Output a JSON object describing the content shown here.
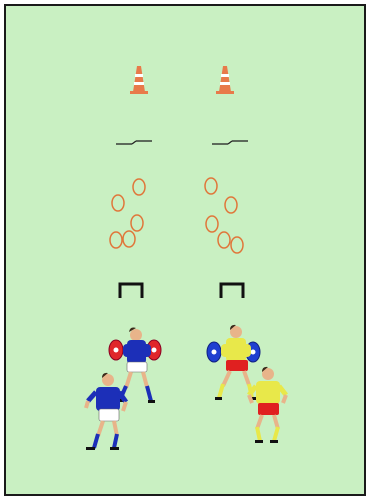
{
  "drill": {
    "field_color": "#c9f0c2",
    "border_color": "#1a1a1a",
    "lanes": [
      {
        "id": "left-lane",
        "team_color": "blue",
        "equipment": [
          "cone",
          "hurdle",
          "agility-rings",
          "mini-goal",
          "tackle-pads"
        ],
        "ring_count": 5,
        "players": 2
      },
      {
        "id": "right-lane",
        "team_color": "yellow-red",
        "equipment": [
          "cone",
          "hurdle",
          "agility-rings",
          "mini-goal",
          "tackle-pads"
        ],
        "ring_count": 5,
        "players": 2
      }
    ],
    "colors": {
      "cone_orange": "#e87a4a",
      "cone_stripe": "#ffffff",
      "ring": "#e0763a",
      "goal": "#111111",
      "pad_left": "#e0262a",
      "pad_right": "#1f3fd0",
      "team_a_shirt": "#1c2fb8",
      "team_a_shorts": "#ffffff",
      "team_b_shirt": "#e8e84a",
      "team_b_shorts": "#e02020",
      "skin": "#e8b48a"
    }
  }
}
